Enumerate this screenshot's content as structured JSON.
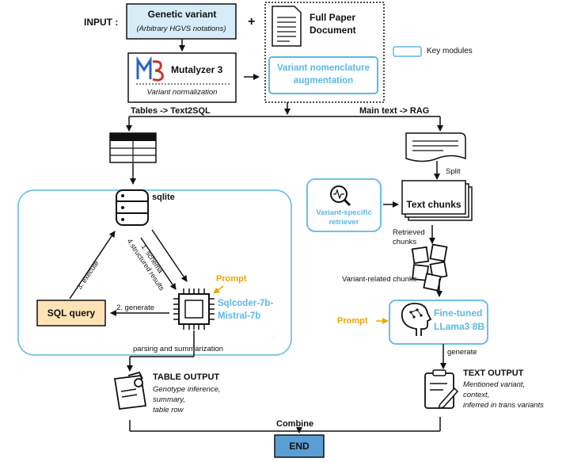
{
  "input": {
    "label": "INPUT :",
    "plus": "+",
    "variant_title": "Genetic variant",
    "variant_sub": "(Arbitrary HGVS notations)",
    "paper_line1": "Full Paper",
    "paper_line2": "Document",
    "augment_line1": "Variant nomenclature",
    "augment_line2": "augmentation",
    "key_modules": "Key modules"
  },
  "mutalyzer": {
    "logo": "M3",
    "title": "Mutalyzer 3",
    "sub": "Variant normalization"
  },
  "branches": {
    "left": "Tables -> Text2SQL",
    "right": "Main text -> RAG"
  },
  "sql_pipeline": {
    "db": "sqlite",
    "step1": "1. schema",
    "step2": "2. generate",
    "step3": "3. execute",
    "step4": "4.structured results",
    "prompt": "Prompt",
    "model_line1": "Sqlcoder-7b-",
    "model_line2": "Mistral-7b",
    "query_box": "SQL query",
    "parsing": "parsing and summarization"
  },
  "table_output": {
    "title": "TABLE OUTPUT",
    "line1": "Genotype inference,",
    "line2": "summary,",
    "line3": "table row"
  },
  "rag_pipeline": {
    "split": "Split",
    "retriever_line1": "Variant-specific",
    "retriever_line2": "retriever",
    "chunks": "Text chunks",
    "retrieved_line1": "Retrieved",
    "retrieved_line2": "chunks",
    "variant_chunks": "Variant-related chunks",
    "prompt": "Prompt",
    "llm_line1": "Fine-tuned",
    "llm_line2": "LLama3 8B",
    "generate": "generate"
  },
  "text_output": {
    "title": "TEXT OUTPUT",
    "line1": "Mentioned variant,",
    "line2": "context,",
    "line3": "inferred in trans variants"
  },
  "combine": "Combine",
  "end": "END",
  "colors": {
    "blue": "#5bb8e6",
    "light_blue_fill": "#d6ecf8",
    "orange_fill": "#fde3b5",
    "orange_text": "#f0a500",
    "end_fill": "#5a9fd4"
  }
}
